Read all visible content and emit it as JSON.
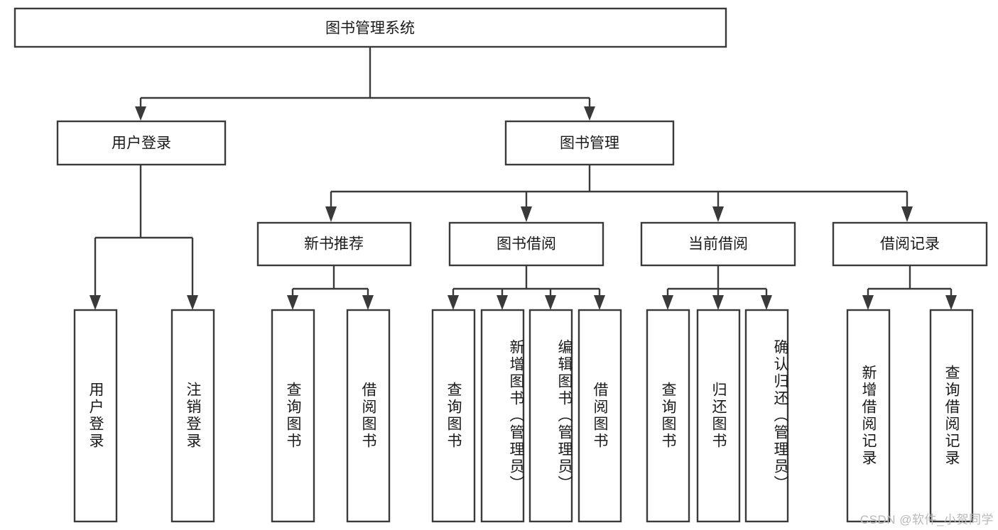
{
  "diagram": {
    "type": "tree-hierarchy-chart",
    "title": "图书管理系统",
    "background_color": "#ffffff",
    "line_color": "#3a3a3a",
    "text_color": "#1a1a1a",
    "root": {
      "label": "图书管理系统"
    },
    "level2": [
      {
        "label": "用户登录"
      },
      {
        "label": "图书管理"
      }
    ],
    "level3": [
      {
        "label": "新书推荐"
      },
      {
        "label": "图书借阅"
      },
      {
        "label": "当前借阅"
      },
      {
        "label": "借阅记录"
      }
    ],
    "leaves": {
      "user_login": [
        {
          "label": "用户登录"
        },
        {
          "label": "注销登录"
        }
      ],
      "new_book_recommend": [
        {
          "label": "查询图书"
        },
        {
          "label": "借阅图书"
        }
      ],
      "book_borrow": [
        {
          "label": "查询图书"
        },
        {
          "label": "新增图书（管理员）"
        },
        {
          "label": "编辑图书（管理员）"
        },
        {
          "label": "借阅图书"
        }
      ],
      "current_borrow": [
        {
          "label": "查询图书"
        },
        {
          "label": "归还图书"
        },
        {
          "label": "确认归还（管理员）"
        }
      ],
      "borrow_record": [
        {
          "label": "新增借阅记录"
        },
        {
          "label": "查询借阅记录"
        }
      ]
    }
  },
  "watermark": {
    "text": "CSDN @软件_小贺同学"
  }
}
